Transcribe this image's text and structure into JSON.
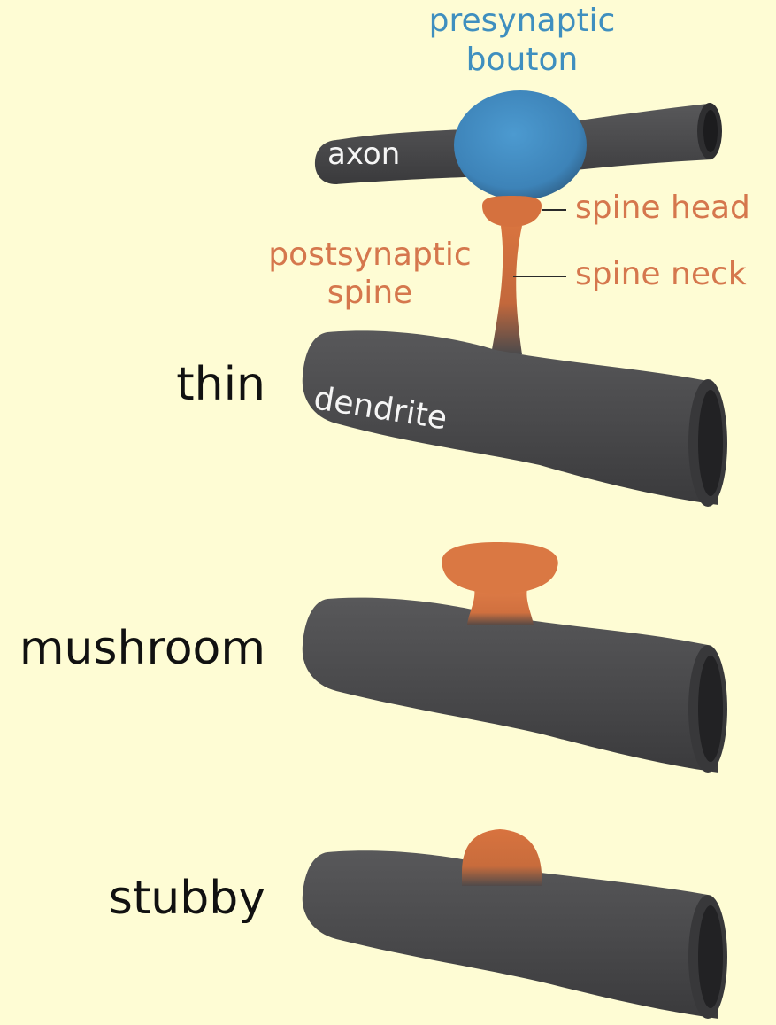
{
  "labels": {
    "presynaptic_bouton": [
      "presynaptic",
      "bouton"
    ],
    "axon": "axon",
    "spine_head": "spine head",
    "spine_neck": "spine neck",
    "postsynaptic_spine": [
      "postsynaptic",
      "spine"
    ],
    "dendrite": "dendrite"
  },
  "spine_types": [
    {
      "name": "thin"
    },
    {
      "name": "mushroom"
    },
    {
      "name": "stubby"
    }
  ],
  "colors": {
    "background": "#fefcd4",
    "dendrite": "#4a4a4c",
    "bouton": "#3d87bd",
    "spine": "#d5703f",
    "blue_text": "#3f8fbf",
    "orange_text": "#d5774d"
  }
}
